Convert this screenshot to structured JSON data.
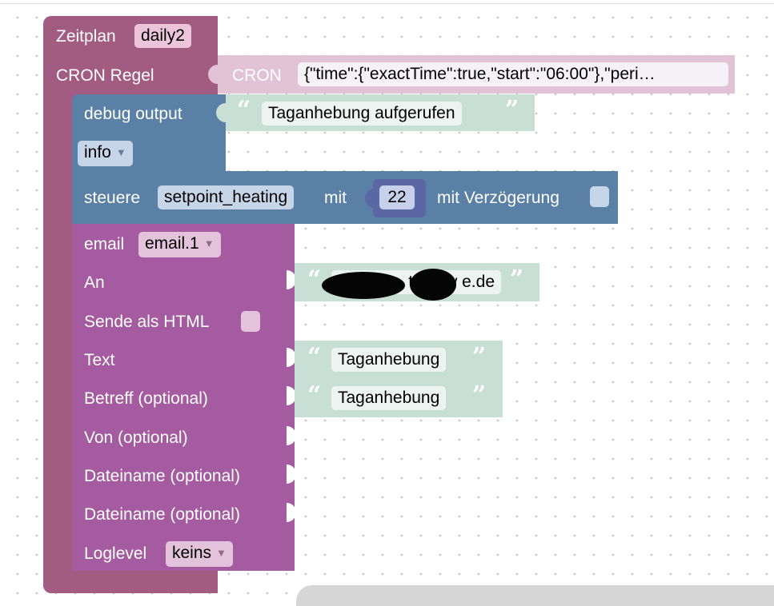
{
  "schedule_block": {
    "label": "Zeitplan",
    "name_value": "daily2",
    "cron_label": "CRON Regel"
  },
  "cron_block": {
    "label": "CRON",
    "value": "{\"time\":{\"exactTime\":true,\"start\":\"06:00\"},\"peri…"
  },
  "debug_block": {
    "label": "debug output",
    "level_value": "info",
    "message_value": "Taganhebung aufgerufen"
  },
  "control_block": {
    "label": "steuere",
    "object_value": "setpoint_heating",
    "with_label": "mit",
    "number_value": "22",
    "delay_label": "mit Verzögerung"
  },
  "email_block": {
    "label": "email",
    "instance_value": "email.1",
    "to_label": "An",
    "to_value": "ter@w  e.de",
    "html_label": "Sende als HTML",
    "text_label": "Text",
    "text_value": "Taganhebung",
    "subject_label": "Betreff (optional)",
    "subject_value": "Taganhebung",
    "from_label": "Von (optional)",
    "file1_label": "Dateiname (optional)",
    "file2_label": "Dateiname (optional)",
    "loglevel_label": "Loglevel",
    "loglevel_value": "keins"
  },
  "colors": {
    "schedule": "#a35c81",
    "cron": "#e2c2d5",
    "debug": "#5b80a5",
    "control": "#5b80a5",
    "email": "#a55b9f",
    "string": "#c8dfd6",
    "number": "#5b67a5"
  },
  "icons": {
    "dropdown": "dropdown-triangle-icon",
    "open_quote": "open-quote-icon",
    "close_quote": "close-quote-icon"
  }
}
